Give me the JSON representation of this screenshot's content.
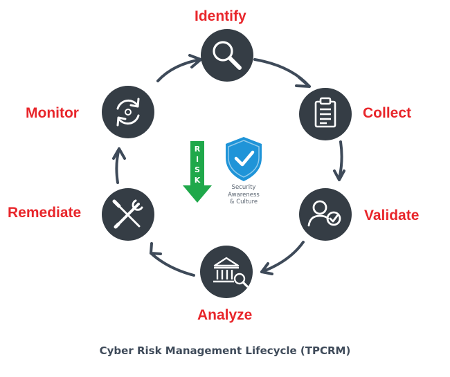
{
  "stages": {
    "identify": "Identify",
    "collect": "Collect",
    "validate": "Validate",
    "analyze": "Analyze",
    "remediate": "Remediate",
    "monitor": "Monitor"
  },
  "risk_letters": [
    "R",
    "I",
    "S",
    "K"
  ],
  "culture_lines": [
    "Security",
    "Awareness",
    "& Culture"
  ],
  "caption": "Cyber Risk Management Lifecycle (TPCRM)",
  "icons": {
    "identify": "magnifier-icon",
    "collect": "clipboard-icon",
    "validate": "user-check-icon",
    "analyze": "bank-search-icon",
    "remediate": "tools-icon",
    "monitor": "refresh-icon",
    "shield": "shield-check-icon"
  },
  "colors": {
    "stage_label": "#e8262b",
    "node_fill": "#353d45",
    "arrow": "#3e4a59",
    "risk_arrow": "#1fa84a",
    "shield": "#1f94d8",
    "caption": "#3e4a59"
  }
}
